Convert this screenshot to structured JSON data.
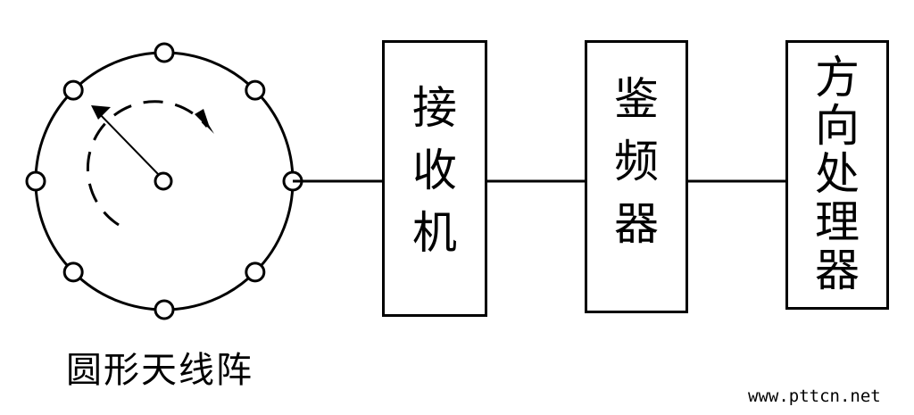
{
  "blocks": [
    {
      "label": [
        "接",
        "收",
        "机"
      ]
    },
    {
      "label": [
        "鉴",
        "频",
        "器"
      ]
    },
    {
      "label": [
        "方",
        "向",
        "处",
        "理",
        "器"
      ]
    }
  ],
  "antenna_caption": "圆形天线阵",
  "antenna_count": 8,
  "watermark": "www.pttcn.net",
  "colors": {
    "line": "#000000",
    "background": "#ffffff"
  }
}
